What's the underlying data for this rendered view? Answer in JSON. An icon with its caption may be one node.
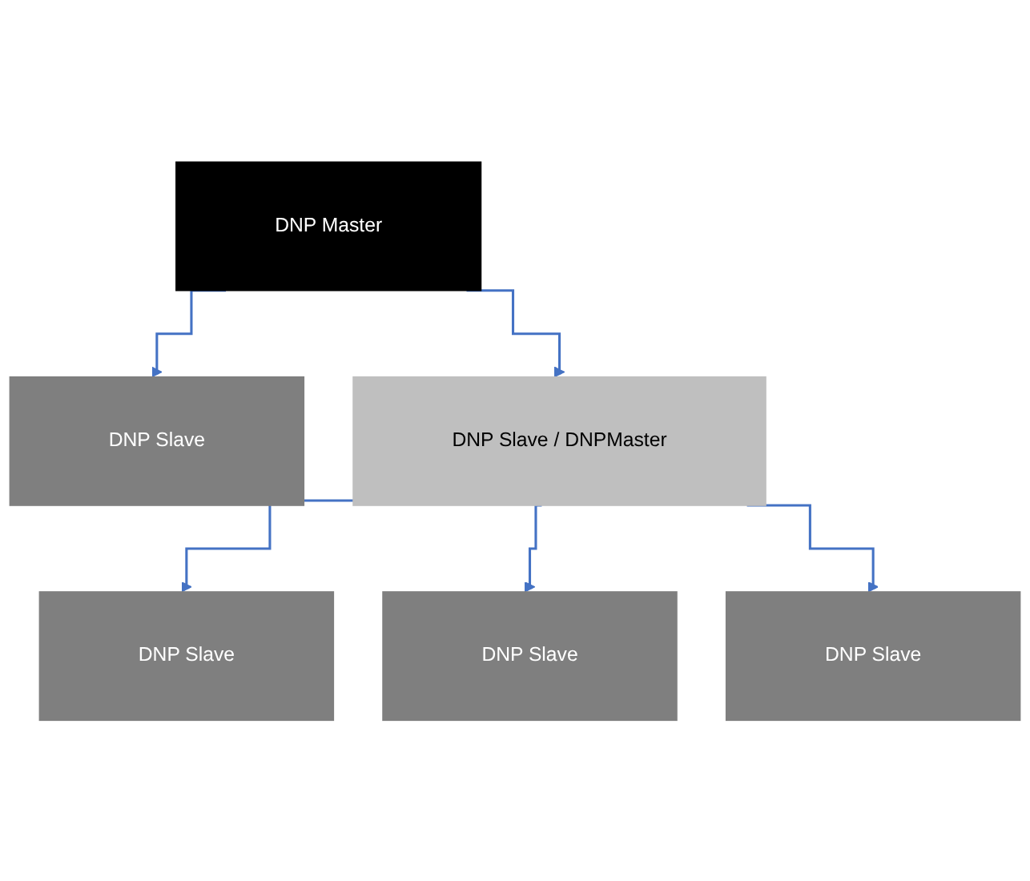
{
  "diagram": {
    "nodes": [
      {
        "text": [
          "DNP Master"
        ]
      },
      {
        "text": [
          "DNP Slave"
        ]
      },
      {
        "text": [
          "DNP Slave / DNPMaster"
        ]
      },
      {
        "text": [
          "DNP Slave"
        ]
      },
      {
        "text": [
          "DNP Slave"
        ]
      },
      {
        "text": [
          "DNP Slave"
        ]
      }
    ],
    "edges": [
      {
        "from": 0,
        "to": 1,
        "arrow": "to",
        "color": "#4472c4"
      },
      {
        "from": 0,
        "to": 2,
        "arrow": "to",
        "color": "#4472c4"
      },
      {
        "from": 2,
        "to": 3,
        "arrow": "to",
        "color": "#4472c4"
      },
      {
        "from": 2,
        "to": 4,
        "arrow": "to",
        "color": "#4472c4"
      },
      {
        "from": 2,
        "to": 5,
        "arrow": "to",
        "color": "#4472c4"
      }
    ]
  }
}
